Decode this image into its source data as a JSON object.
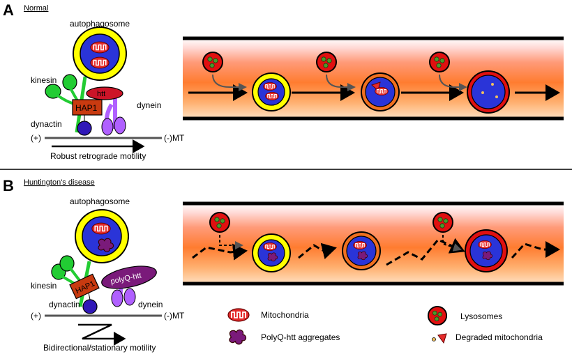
{
  "panel_a": {
    "letter": "A",
    "title": "Normal",
    "autophagosome_label": "autophagosome",
    "kinesin_label": "kinesin",
    "htt_label": "htt",
    "hap1_label": "HAP1",
    "dynein_label": "dynein",
    "dynactin_label": "dynactin",
    "plus_end": "(+)",
    "minus_end": "(-)MT",
    "motility_label": "Robust retrograde motility"
  },
  "panel_b": {
    "letter": "B",
    "title": "Huntington's disease",
    "autophagosome_label": "autophagosome",
    "polyq_label": "polyQ-htt",
    "kinesin_label": "kinesin",
    "hap1_label": "HAP1",
    "dynactin_label": "dynactin",
    "dynein_label": "dynein",
    "plus_end": "(+)",
    "minus_end": "(-)MT",
    "motility_label": "Bidirectional/stationary motility"
  },
  "legend": {
    "mitochondria": "Mitochondria",
    "polyq_aggregates": "PolyQ-htt aggregates",
    "lysosomes": "Lysosomes",
    "degraded_mitochondria": "Degraded mitochondria"
  },
  "colors": {
    "yellow_membrane": "#ffff00",
    "blue_lumen": "#2a34d8",
    "mitochondria_red": "#e52b2b",
    "lysosome_red": "#e01010",
    "lysosome_green": "#4a9a2a",
    "kinesin_green": "#22cc33",
    "dynein_purple": "#b060ff",
    "dynactin_blue": "#3018b8",
    "hap1_orange": "#c83a10",
    "polyq_purple": "#7a1a7a",
    "fusion_orange": "#f07020"
  }
}
